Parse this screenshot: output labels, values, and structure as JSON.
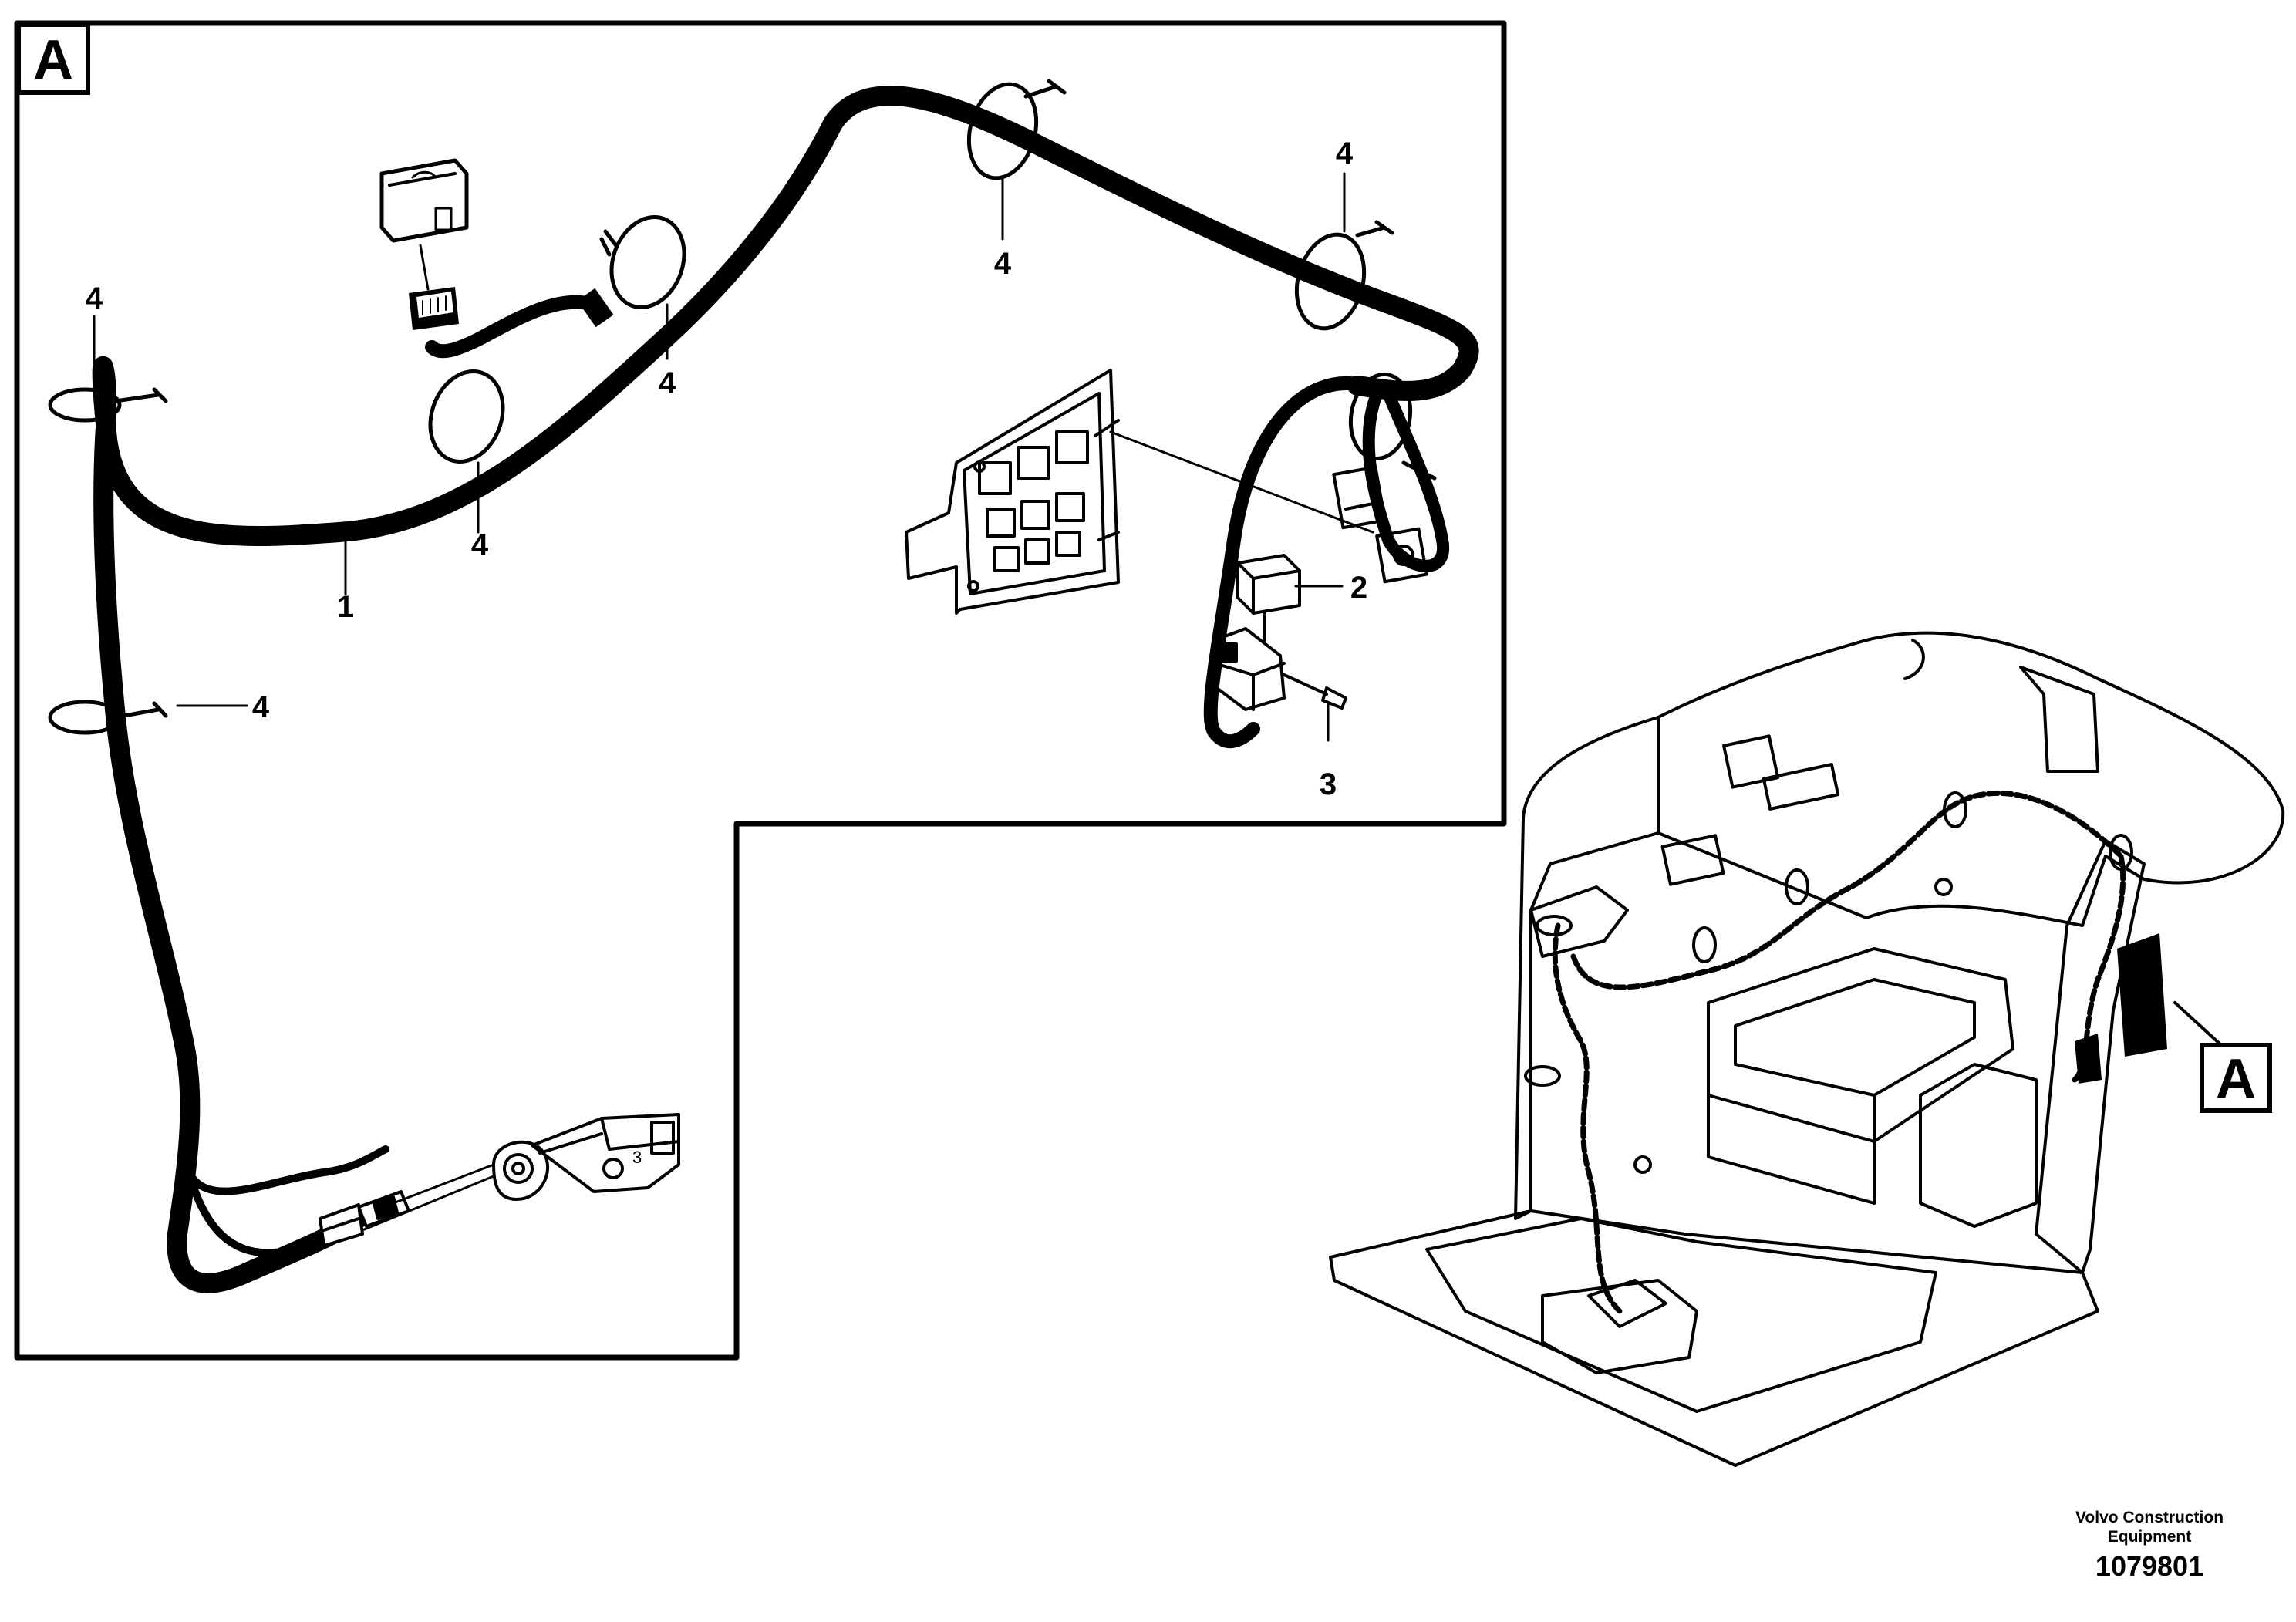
{
  "detail_tag": "A",
  "overview_tag": "A",
  "callouts": {
    "c1": "1",
    "c2": "2",
    "c3": "3",
    "c4a": "4",
    "c4b": "4",
    "c4c": "4",
    "c4d": "4",
    "c4e": "4",
    "c4f": "4",
    "valve_mark": "3"
  },
  "footer": {
    "company": "Volvo Construction Equipment",
    "figure_number": "1079801"
  }
}
